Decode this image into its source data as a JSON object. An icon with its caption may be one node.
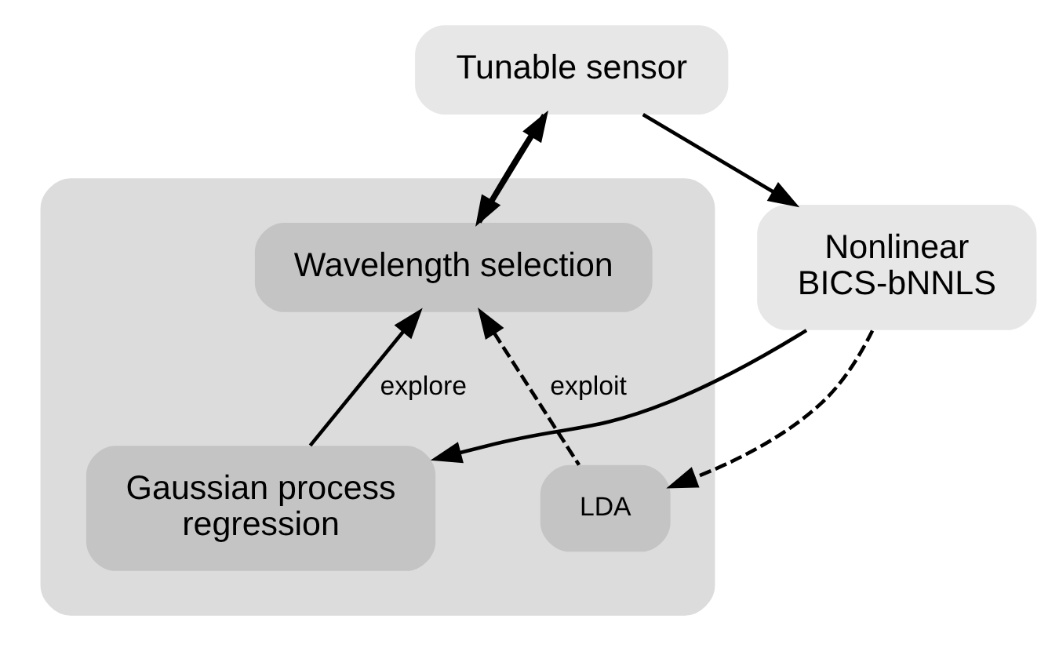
{
  "diagram": {
    "nodes": [
      {
        "text": [
          "Tunable sensor"
        ]
      },
      {
        "text": [
          "Nonlinear BICS-bNNLS"
        ]
      },
      {
        "text": [],
        "shape": "box"
      },
      {
        "text": [
          "Wavelength selection"
        ],
        "in": 2
      },
      {
        "text": [
          "Gaussian process regression"
        ],
        "in": 2
      },
      {
        "text": [
          "LDA"
        ],
        "in": 2
      }
    ],
    "edges": [
      {
        "from": 0,
        "to": 1,
        "arrow": "to"
      },
      {
        "from": 3,
        "to": 0,
        "arrow": "to"
      },
      {
        "from": 0,
        "to": 3,
        "arrow": "to"
      },
      {
        "from": 4,
        "to": 3,
        "arrow": "to",
        "label": "explore"
      },
      {
        "from": 5,
        "to": 3,
        "arrow": "to",
        "label": "exploit",
        "style": "dashed"
      },
      {
        "from": 1,
        "to": 4,
        "arrow": "to"
      },
      {
        "from": 1,
        "to": 5,
        "arrow": "to",
        "style": "dashed"
      }
    ]
  }
}
